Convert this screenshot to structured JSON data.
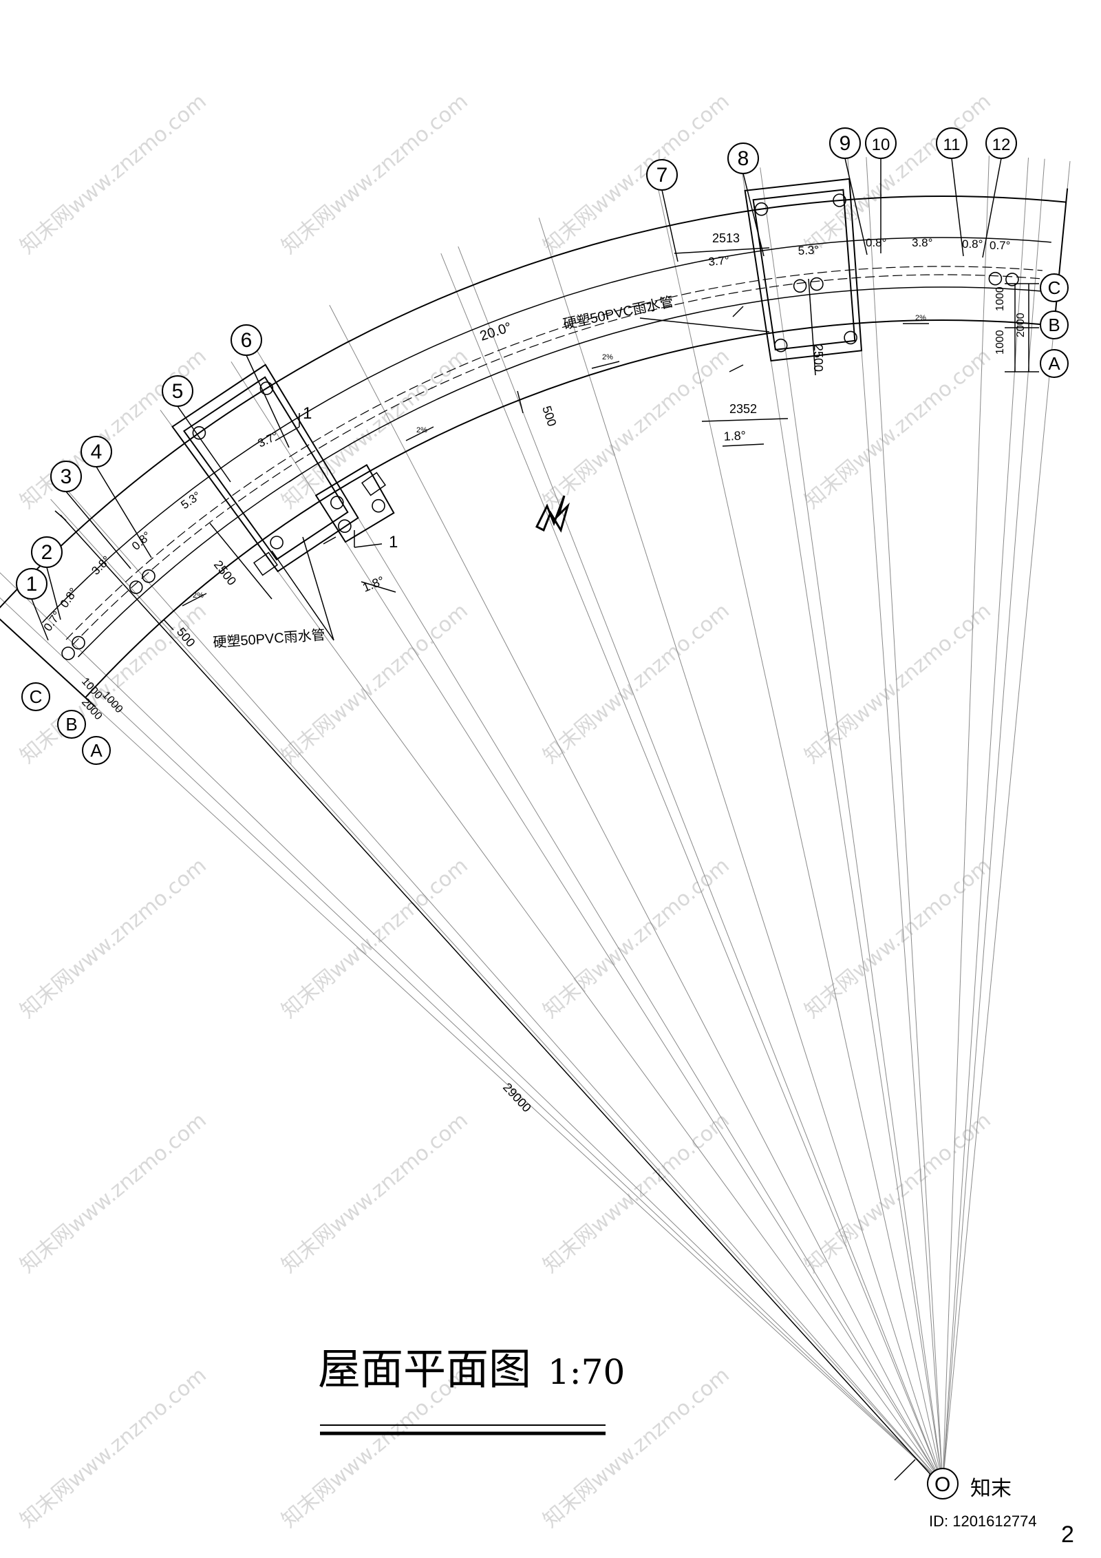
{
  "drawing": {
    "title": "屋面平面图",
    "scale": "1:70",
    "north_mark": "N",
    "center_label": "O",
    "radius_dim": "29000",
    "arc_angle_dim": "20.0°",
    "axis_numbers": [
      "1",
      "2",
      "3",
      "4",
      "5",
      "6",
      "7",
      "8",
      "9",
      "10",
      "11",
      "12"
    ],
    "row_labels_left": [
      "C",
      "B",
      "A"
    ],
    "row_labels_right": [
      "C",
      "B",
      "A"
    ],
    "left_angles": [
      "0.7°",
      "0.8°",
      "3.8°",
      "0.8°",
      "5.3°",
      "3.7°"
    ],
    "right_angles": [
      "3.7°",
      "5.3°",
      "0.8°",
      "3.8°",
      "0.8°",
      "0.7°"
    ],
    "left_tower_angle": "1.8°",
    "right_tower_angle": "1.8°",
    "left_band_dims": [
      "1000",
      "1000",
      "2000"
    ],
    "right_band_dims": [
      "1000",
      "1000",
      "2000"
    ],
    "left_tower_dims": [
      "2500",
      "500"
    ],
    "right_tower_top": "2513",
    "right_tower_bottom": "2352",
    "right_tower_side": "2500",
    "gutter_width_mid": "500",
    "gutter_width_left": "500",
    "drain_label": "硬塑50PVC雨水管",
    "section_mark": "1",
    "section_tag": "2",
    "slope_label": "2%",
    "brand_mark": "知末",
    "id_label": "ID: 1201612774",
    "watermark": "知末网www.znzmo.com"
  }
}
